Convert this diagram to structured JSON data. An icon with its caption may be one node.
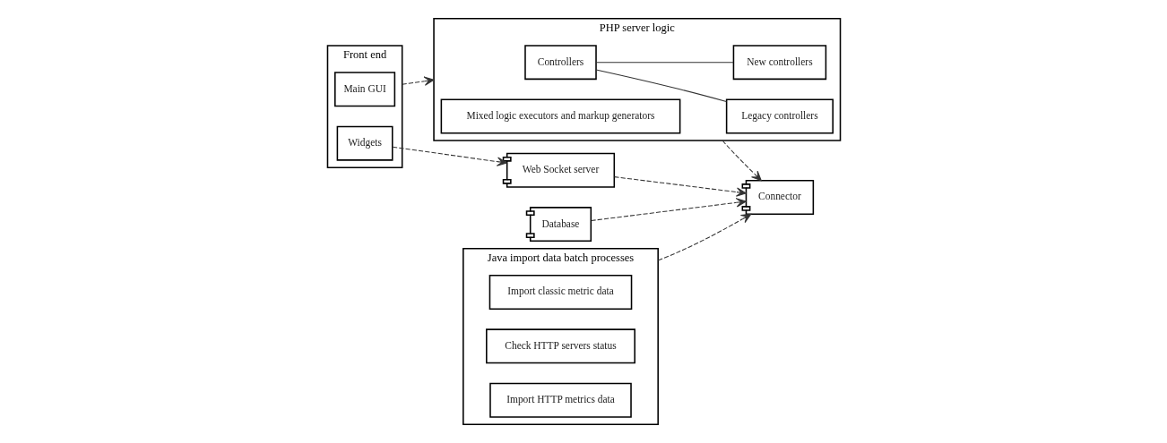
{
  "diagram": {
    "nodes": [
      {
        "text": [
          "Front end"
        ]
      },
      {
        "text": [
          "Main GUI"
        ],
        "in": 0
      },
      {
        "text": [
          "Widgets"
        ],
        "in": 0
      },
      {
        "text": [
          "PHP server logic"
        ]
      },
      {
        "text": [
          "Controllers"
        ],
        "in": 3
      },
      {
        "text": [
          "Legacy controllers"
        ],
        "in": 3
      },
      {
        "text": [
          "New controllers"
        ],
        "in": 3
      },
      {
        "text": [
          "Mixed logic executors and markup generators"
        ],
        "in": 3
      },
      {
        "text": [
          "Web Socket server"
        ]
      },
      {
        "text": [
          "Connector"
        ]
      },
      {
        "text": [
          "Database"
        ]
      },
      {
        "text": [
          "Java import data batch processes"
        ]
      },
      {
        "text": [
          "Import classic metric data"
        ],
        "in": 11
      },
      {
        "text": [
          "Check HTTP servers status"
        ],
        "in": 11
      },
      {
        "text": [
          "Import HTTP metrics data"
        ],
        "in": 11
      }
    ],
    "edges": [
      {
        "from": 0,
        "to": 3,
        "arrow": "to",
        "style": "dashed"
      },
      {
        "from": 4,
        "to": 5,
        "arrow": "none"
      },
      {
        "from": 4,
        "to": 6,
        "arrow": "none"
      },
      {
        "from": 2,
        "to": 8,
        "arrow": "to",
        "style": "dashed"
      },
      {
        "from": 3,
        "to": 9,
        "arrow": "to",
        "style": "dashed"
      },
      {
        "from": 8,
        "to": 9,
        "arrow": "to",
        "style": "dashed"
      },
      {
        "from": 10,
        "to": 9,
        "arrow": "to",
        "style": "dashed"
      },
      {
        "from": 11,
        "to": 9,
        "arrow": "to",
        "style": "dashed"
      }
    ]
  }
}
